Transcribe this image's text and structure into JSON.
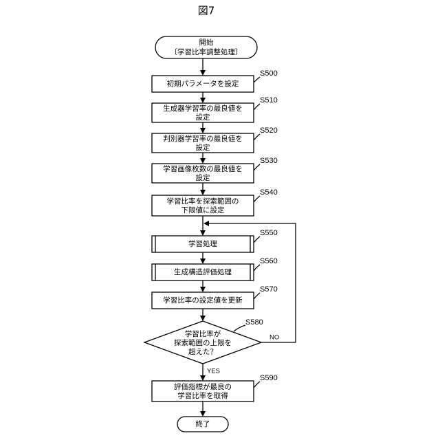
{
  "figure": {
    "title": "図7"
  },
  "flow": {
    "start": {
      "line1": "開始",
      "line2": "〔学習比率調整処理〕"
    },
    "s500": {
      "id": "S500",
      "line1": "初期パラメータを設定"
    },
    "s510": {
      "id": "S510",
      "line1": "生成器学習率の最良値を",
      "line2": "設定"
    },
    "s520": {
      "id": "S520",
      "line1": "判別器学習率の最良値を",
      "line2": "設定"
    },
    "s530": {
      "id": "S530",
      "line1": "学習画像枚数の最良値を",
      "line2": "設定"
    },
    "s540": {
      "id": "S540",
      "line1": "学習比率を探索範囲の",
      "line2": "下限値に設定"
    },
    "s550": {
      "id": "S550",
      "line1": "学習処理"
    },
    "s560": {
      "id": "S560",
      "line1": "生成構造評価処理"
    },
    "s570": {
      "id": "S570",
      "line1": "学習比率の設定値を更新"
    },
    "s580": {
      "id": "S580",
      "line1": "学習比率が",
      "line2": "探索範囲の上限を",
      "line3": "超えた？",
      "yes": "YES",
      "no": "NO"
    },
    "s590": {
      "id": "S590",
      "line1": "評価指標が最良の",
      "line2": "学習比率を取得"
    },
    "end": {
      "line1": "終了"
    }
  }
}
